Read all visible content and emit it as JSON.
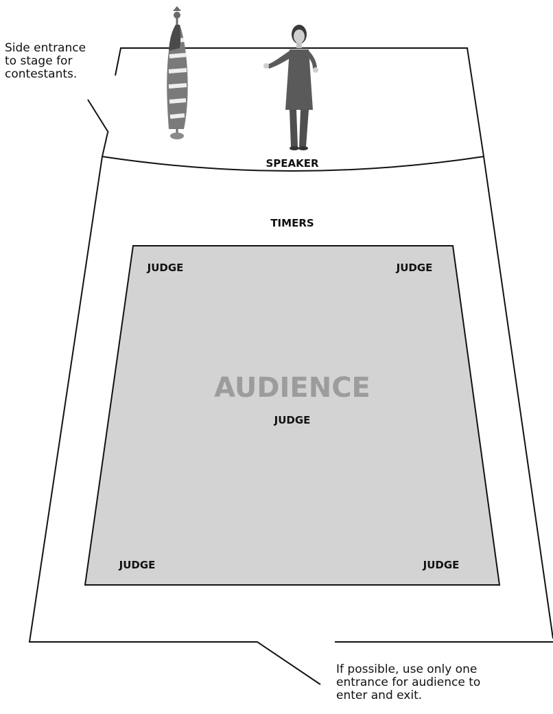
{
  "notes": {
    "side_entrance": "Side entrance\nto stage for\ncontestants.",
    "audience_entrance": "If possible, use only one\nentrance for audience to\nenter and exit."
  },
  "labels": {
    "speaker": "SPEAKER",
    "timers": "TIMERS",
    "audience": "AUDIENCE",
    "judge_top_left": "JUDGE",
    "judge_top_right": "JUDGE",
    "judge_center": "JUDGE",
    "judge_bottom_left": "JUDGE",
    "judge_bottom_right": "JUDGE"
  },
  "icons": {
    "flag": "us-flag-icon",
    "speaker": "speaker-person-icon"
  },
  "colors": {
    "audience_fill": "#d3d3d3",
    "audience_label": "#9c9c9c",
    "outline": "#111111",
    "flag_red": "#7a7a7a",
    "flag_white": "#eeeeee",
    "flag_canton": "#4a4a4a",
    "suit": "#5a5a5a"
  }
}
